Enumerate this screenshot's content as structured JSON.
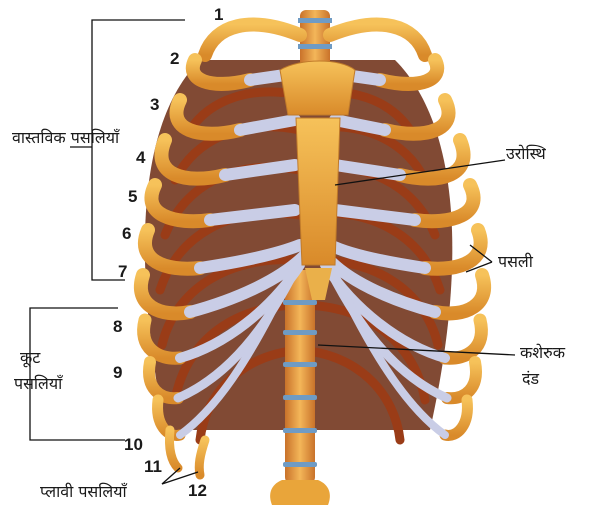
{
  "labels": {
    "true_ribs": "वास्तविक पसलियाँ",
    "false_ribs_line1": "कूट",
    "false_ribs_line2": "पसलियाँ",
    "floating_ribs": "प्लावी पसलियाँ",
    "sternum": "उरोस्थि",
    "rib": "पसली",
    "vertebral_column_line1": "कशेरुक",
    "vertebral_column_line2": "दंड"
  },
  "rib_numbers": [
    "1",
    "2",
    "3",
    "4",
    "5",
    "6",
    "7",
    "8",
    "9",
    "10",
    "11",
    "12"
  ],
  "colors": {
    "bone": "#e9a53a",
    "bone_dark": "#b8641c",
    "interior": "#7a2e12",
    "cartilage": "#c9cde6",
    "disc": "#6f9bc4",
    "line": "#111111"
  }
}
